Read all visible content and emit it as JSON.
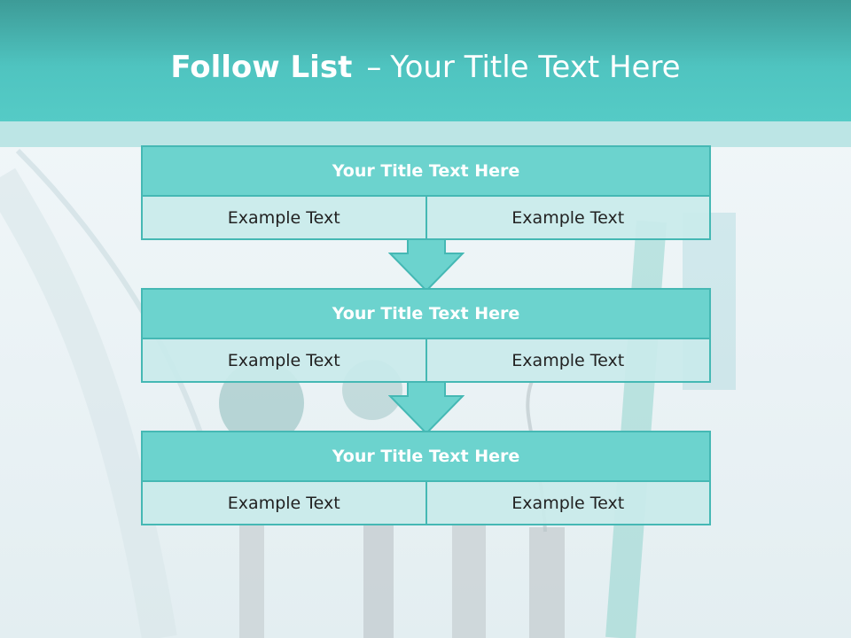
{
  "slide": {
    "title_bold": "Follow List",
    "title_sep": "–",
    "title_rest": "Your Title Text Here"
  },
  "blocks": [
    {
      "heading": "Your Title Text Here",
      "cells": [
        "Example Text",
        "Example Text"
      ]
    },
    {
      "heading": "Your Title Text Here",
      "cells": [
        "Example Text",
        "Example Text"
      ]
    },
    {
      "heading": "Your Title Text Here",
      "cells": [
        "Example Text",
        "Example Text"
      ]
    }
  ],
  "colors": {
    "header": "#4fc4c0",
    "block_head": "#6cd3ce",
    "block_cell": "#c9eaea",
    "border": "#45b8b4"
  }
}
